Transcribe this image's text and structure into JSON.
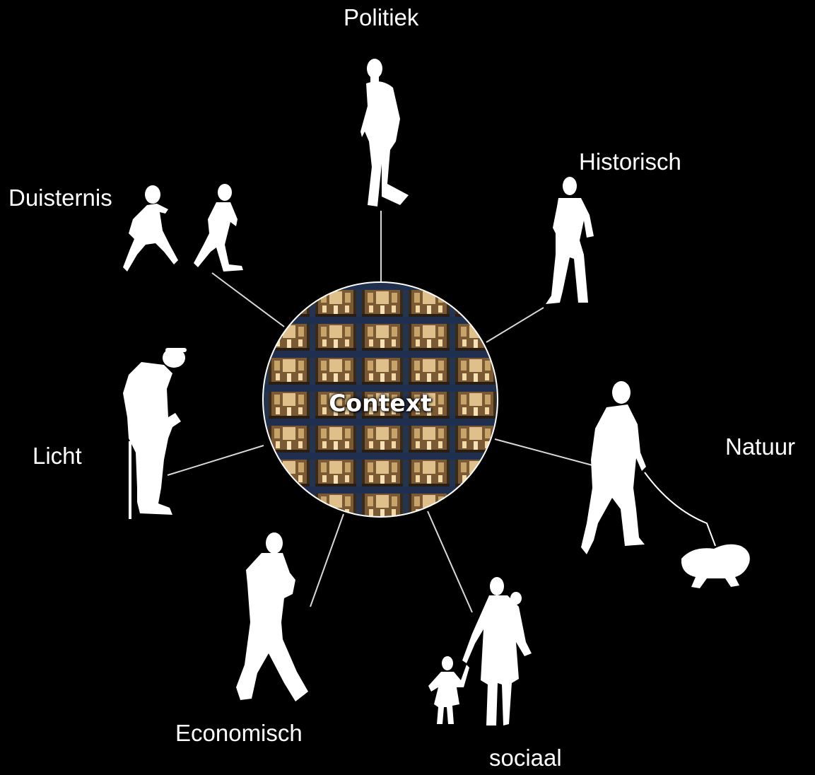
{
  "center": {
    "label": "Context"
  },
  "nodes": [
    {
      "id": "politiek",
      "label": "Politiek"
    },
    {
      "id": "historisch",
      "label": "Historisch"
    },
    {
      "id": "natuur",
      "label": "Natuur"
    },
    {
      "id": "sociaal",
      "label": "sociaal"
    },
    {
      "id": "economisch",
      "label": "Economisch"
    },
    {
      "id": "licht",
      "label": "Licht"
    },
    {
      "id": "duisternis",
      "label": "Duisternis"
    }
  ],
  "colors": {
    "background": "#000000",
    "text": "#ffffff",
    "connector": "#d9d9d9",
    "silhouette": "#ffffff",
    "circle_border": "#ffffff"
  }
}
